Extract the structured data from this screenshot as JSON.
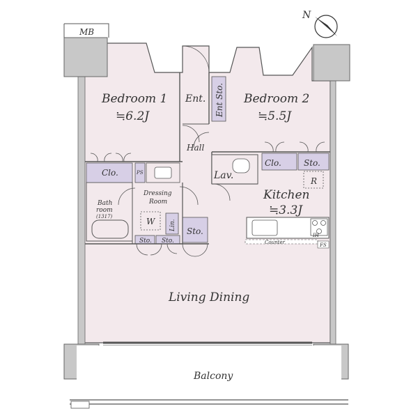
{
  "rooms": {
    "bedroom1": {
      "name": "Bedroom 1",
      "size": "≒6.2J"
    },
    "bedroom2": {
      "name": "Bedroom 2",
      "size": "≒5.5J"
    },
    "kitchen": {
      "name": "Kitchen",
      "size": "≒3.3J"
    },
    "living": {
      "name": "Living Dining"
    },
    "balcony": {
      "name": "Balcony"
    },
    "entrance": {
      "name": "Ent."
    },
    "ent_storage": {
      "name": "Ent Sto."
    },
    "hall": {
      "name": "Hall"
    },
    "lavatory": {
      "name": "Lav."
    },
    "dressing": {
      "line1": "Dressing",
      "line2": "Room"
    },
    "bathroom": {
      "line1": "Bath",
      "line2": "room",
      "line3": "(1317)"
    }
  },
  "fixtures": {
    "mb": "MB",
    "closet1": "Clo.",
    "closet2": "Clo.",
    "storage_k": "Sto.",
    "storage_dr": "Sto.",
    "storage_b1": "Sto.",
    "storage_b2": "Sto.",
    "ps": "PS",
    "washer": "W",
    "linen": "Lin.",
    "fridge": "R",
    "counter": "Counter",
    "fs": "FS",
    "ih": "IH"
  },
  "colors": {
    "wall": "#c8c8c8",
    "floor": "#f3e9ec",
    "storage": "#d7cfe6",
    "line": "#555555"
  }
}
